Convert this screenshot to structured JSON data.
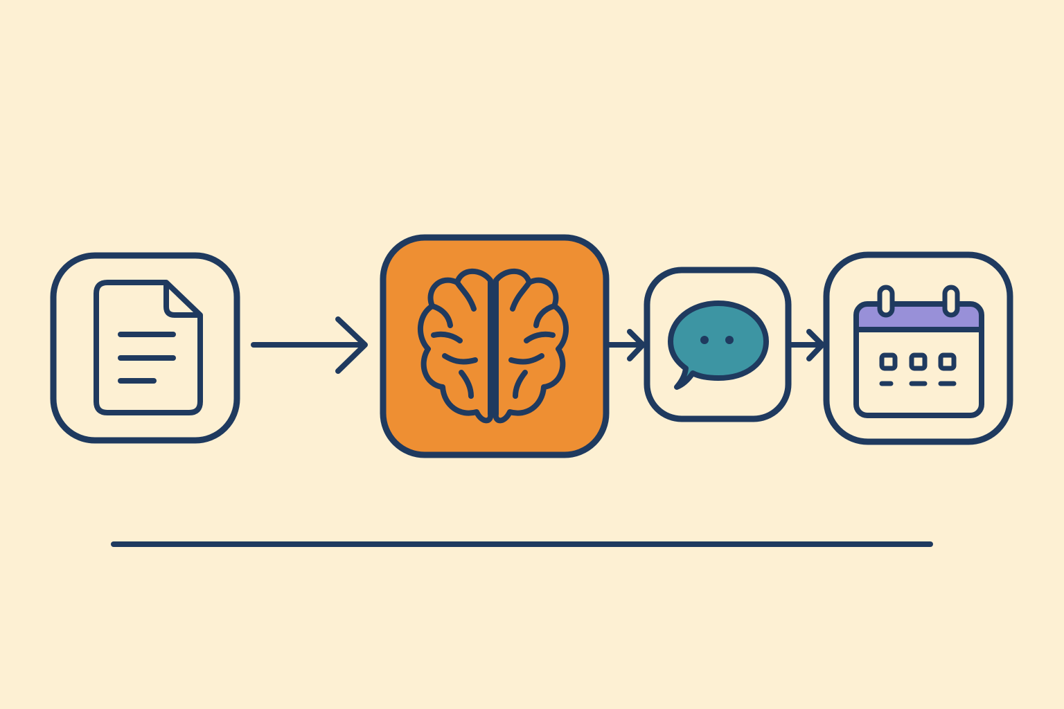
{
  "diagram": {
    "nodes": [
      {
        "id": "document",
        "icon": "document-icon",
        "highlighted": false
      },
      {
        "id": "brain",
        "icon": "brain-icon",
        "highlighted": true
      },
      {
        "id": "chat",
        "icon": "chat-bubble-icon",
        "highlighted": false
      },
      {
        "id": "calendar",
        "icon": "calendar-icon",
        "highlighted": false
      }
    ],
    "connections": [
      {
        "from": "document",
        "to": "brain"
      },
      {
        "from": "brain",
        "to": "chat"
      },
      {
        "from": "chat",
        "to": "calendar"
      }
    ]
  },
  "colors": {
    "background": "#fdf0d3",
    "stroke": "#1f3a5f",
    "brain_fill": "#ee8f33",
    "chat_fill": "#3d95a3",
    "calendar_header": "#9890d8"
  }
}
